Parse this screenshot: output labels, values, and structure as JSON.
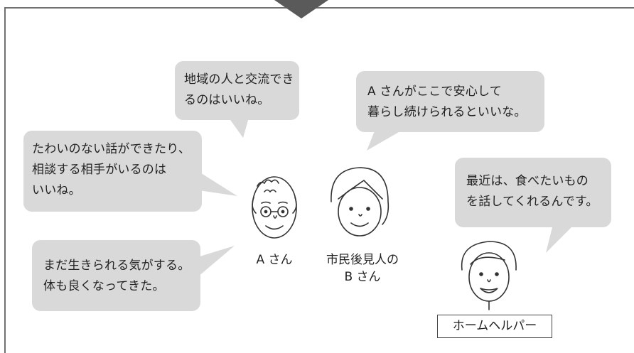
{
  "bubbles": {
    "community": "地域の人と交流でき\nるのはいいね。",
    "b_san_hope": "A さんがここで安心して\n暮らし続けられるといいな。",
    "chat": "たわいのない話ができたり、\n相談する相手がいるのは\nいいね。",
    "helper_says": "最近は、食べたいもの\nを話してくれるんです。",
    "alive": "まだ生きられる気がする。\n体も良くなってきた。"
  },
  "labels": {
    "a_san": "A さん",
    "b_san": "市民後見人の\nB さん",
    "home_helper": "ホームヘルパー"
  },
  "colors": {
    "bubble_fill": "#d9d9d9",
    "frame_border": "#707070",
    "arrow": "#5a5a5a"
  }
}
